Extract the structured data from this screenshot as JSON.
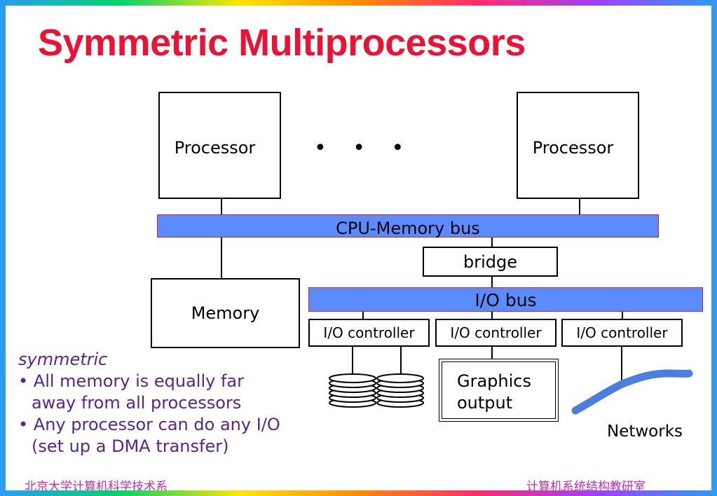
{
  "slide": {
    "title": "Symmetric Multiprocessors",
    "processor_left": "Processor",
    "ellipsis": "• • •",
    "processor_right": "Processor",
    "cpu_memory_bus": "CPU-Memory bus",
    "bridge": "bridge",
    "memory": "Memory",
    "io_bus": "I/O bus",
    "io_controllers": [
      "I/O controller",
      "I/O controller",
      "I/O controller"
    ],
    "graphics_line1": "Graphics",
    "graphics_line2": "output",
    "networks": "Networks"
  },
  "notes": {
    "heading": "symmetric",
    "bullet1_line1": "• All memory is equally far",
    "bullet1_line2": "away from all processors",
    "bullet2_line1": "• Any processor can do any I/O",
    "bullet2_line2": "(set up a DMA transfer)"
  },
  "footer": {
    "left": "北京大学计算机科学技术系",
    "right": "计算机系统结构教研室"
  },
  "colors": {
    "title": "#ee1133",
    "bus_fill": "#5b8cff",
    "notes_text": "#5a238f",
    "footer_text": "#c42ab0",
    "network_cable": "#4a7fe0"
  }
}
